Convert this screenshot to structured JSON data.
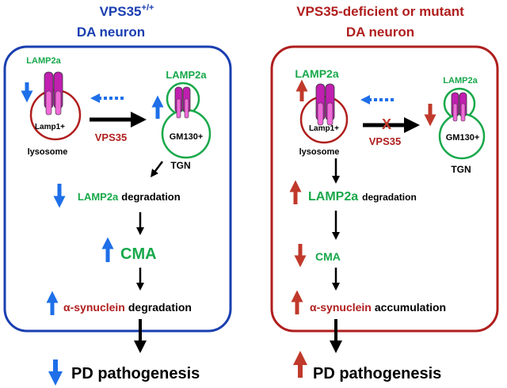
{
  "colors": {
    "blue": "#1a3fb0",
    "dark_red": "#b01e1e",
    "green": "#17a84a",
    "arrow_blue": "#1e6fe8",
    "arrow_red": "#c0392b",
    "magenta": "#c01fb0",
    "pink": "#f06ad8"
  },
  "left": {
    "title_main": "VPS35",
    "title_sup": "+/+",
    "subtitle": "DA neuron",
    "lamp2a_small": "LAMP2a",
    "lamp2a_tgn": "LAMP2a",
    "lamp1": "Lamp1+",
    "lysosome": "lysosome",
    "vps35": "VPS35",
    "gm130": "GM130+",
    "tgn": "TGN",
    "step1_label": "LAMP2a",
    "step1_text": "degradation",
    "cma": "CMA",
    "asyn_label": "α-synuclein",
    "asyn_text": "degradation",
    "pd": "PD pathogenesis",
    "lysosome_lamp2a_change": "down",
    "tgn_lamp2a_change": "up",
    "degradation_change": "down",
    "cma_change": "up",
    "asyn_change": "up",
    "pd_change": "down"
  },
  "right": {
    "title": "VPS35-deficient or mutant",
    "subtitle": "DA neuron",
    "lamp2a_big": "LAMP2a",
    "lamp2a_tgn": "LAMP2a",
    "lamp1": "Lamp1+",
    "lysosome": "lysosome",
    "block_mark": "X",
    "vps35": "VPS35",
    "gm130": "GM130+",
    "tgn": "TGN",
    "step1_label": "LAMP2a",
    "step1_text": "degradation",
    "cma": "CMA",
    "asyn_label": "α-synuclein",
    "asyn_text": "accumulation",
    "pd": "PD pathogenesis",
    "lysosome_lamp2a_change": "up",
    "tgn_lamp2a_change": "down",
    "degradation_change": "up",
    "cma_change": "down",
    "asyn_change": "up",
    "pd_change": "up"
  }
}
